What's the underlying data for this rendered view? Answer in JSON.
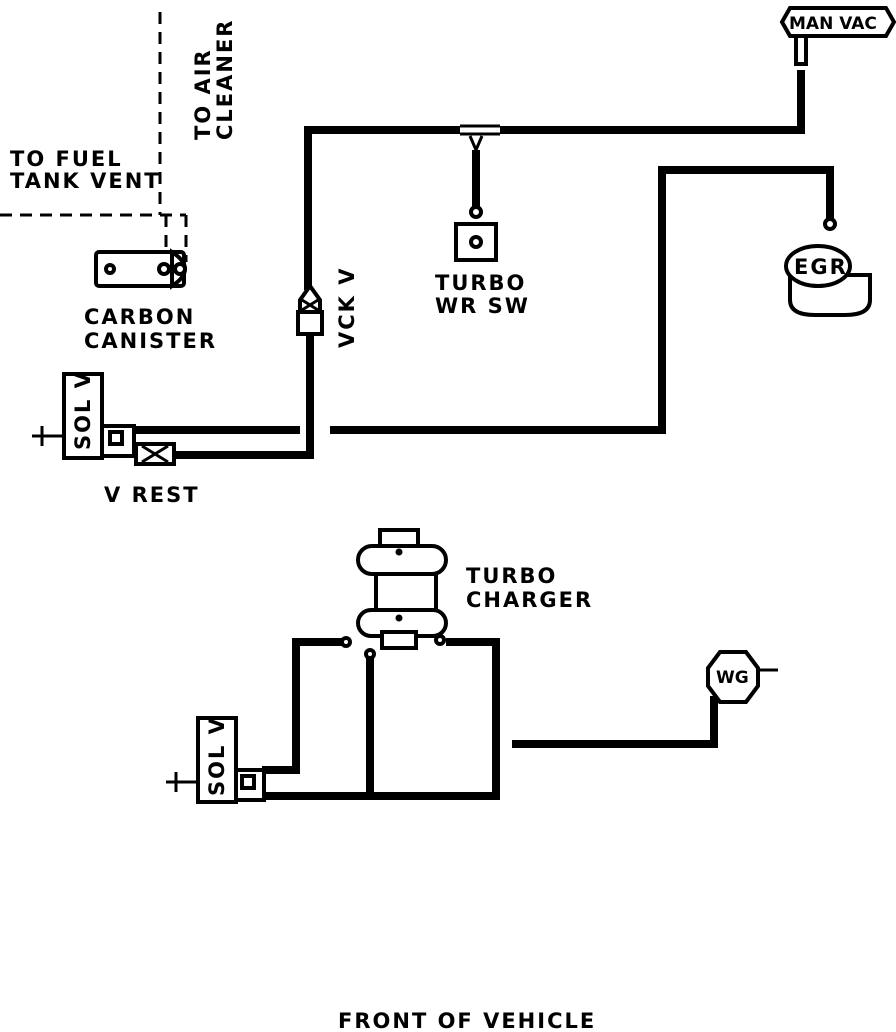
{
  "labels": {
    "to_air_cleaner_1": "TO AIR",
    "to_air_cleaner_2": "CLEANER",
    "to_fuel_tank_vent_1": "TO FUEL",
    "to_fuel_tank_vent_2": "TANK VENT",
    "carbon_canister_1": "CARBON",
    "carbon_canister_2": "CANISTER",
    "man_vac": "MAN VAC",
    "turbo_wr_sw_1": "TURBO",
    "turbo_wr_sw_2": "WR SW",
    "egr": "EGR",
    "vck_v": "VCK V",
    "sol_v_upper": "SOL V",
    "v_rest": "V REST",
    "turbo_charger_1": "TURBO",
    "turbo_charger_2": "CHARGER",
    "wg": "WG",
    "sol_v_lower": "SOL V",
    "front_of_vehicle": "FRONT OF VEHICLE",
    "plus_upper": "+",
    "plus_lower": "+"
  }
}
